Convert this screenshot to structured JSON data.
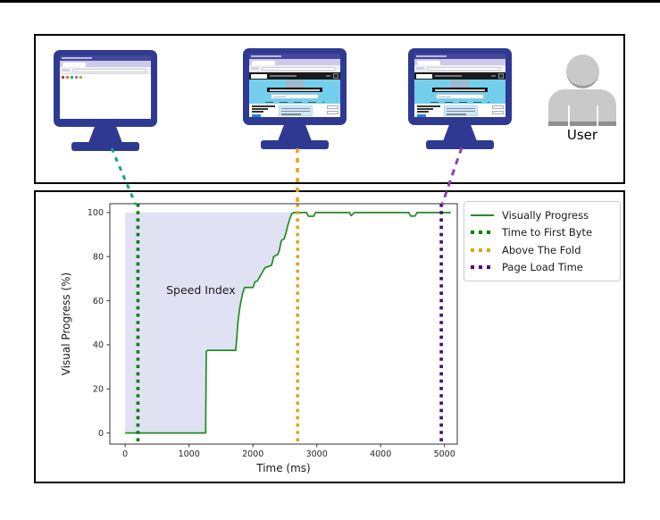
{
  "top_panel": {
    "monitors": [
      {
        "id": "monitor-1",
        "state": "blank"
      },
      {
        "id": "monitor-2",
        "state": "loaded"
      },
      {
        "id": "monitor-3",
        "state": "loaded"
      }
    ],
    "user_label": "User"
  },
  "connectors": [
    {
      "from": "monitor-1",
      "color": "#18A189"
    },
    {
      "from": "monitor-2",
      "color": "#F39C12"
    },
    {
      "from": "monitor-3",
      "color": "#8E44AD"
    }
  ],
  "chart_data": {
    "type": "line",
    "title": "",
    "xlabel": "Time (ms)",
    "ylabel": "Visual Progress (%)",
    "xlim": [
      -240,
      5200
    ],
    "ylim": [
      -5,
      104
    ],
    "xticks": [
      0,
      1000,
      2000,
      3000,
      4000,
      5000
    ],
    "yticks": [
      0,
      20,
      40,
      60,
      80,
      100
    ],
    "grid": false,
    "legend_position": "outside-top-right",
    "spine_color": "#333333",
    "tick_label_color": "#262626",
    "series": [
      {
        "name": "Visually Progress",
        "type": "line",
        "style": "solid",
        "color": "#228B22",
        "points": [
          [
            0,
            0
          ],
          [
            1260,
            0
          ],
          [
            1270,
            37
          ],
          [
            1290,
            37.5
          ],
          [
            1730,
            37.5
          ],
          [
            1745,
            42
          ],
          [
            1765,
            50
          ],
          [
            1790,
            56
          ],
          [
            1815,
            60
          ],
          [
            1845,
            64
          ],
          [
            1870,
            66
          ],
          [
            2000,
            66
          ],
          [
            2015,
            67
          ],
          [
            2030,
            68.5
          ],
          [
            2070,
            69
          ],
          [
            2110,
            71
          ],
          [
            2150,
            73
          ],
          [
            2190,
            75
          ],
          [
            2290,
            76
          ],
          [
            2310,
            78
          ],
          [
            2325,
            80
          ],
          [
            2390,
            81
          ],
          [
            2415,
            83
          ],
          [
            2435,
            86
          ],
          [
            2450,
            87.5
          ],
          [
            2490,
            88
          ],
          [
            2520,
            91
          ],
          [
            2545,
            94
          ],
          [
            2575,
            97
          ],
          [
            2610,
            99.5
          ],
          [
            2640,
            100
          ],
          [
            2840,
            100
          ],
          [
            2870,
            98.3
          ],
          [
            2950,
            98.3
          ],
          [
            2980,
            100
          ],
          [
            3510,
            100
          ],
          [
            3540,
            98.6
          ],
          [
            3590,
            100
          ],
          [
            4440,
            100
          ],
          [
            4470,
            98.4
          ],
          [
            4540,
            98.4
          ],
          [
            4570,
            100
          ],
          [
            5100,
            100
          ]
        ]
      },
      {
        "name": "Time to First Byte",
        "type": "vline",
        "style": "dotted",
        "color": "#008000",
        "x": 200
      },
      {
        "name": "Above The Fold",
        "type": "vline",
        "style": "dotted",
        "color": "#DAA520",
        "x": 2700
      },
      {
        "name": "Page Load Time",
        "type": "vline",
        "style": "dotted",
        "color": "#4B0082",
        "x": 4950
      }
    ],
    "fill": {
      "label": "speed-index-area",
      "color": "#9C9CD9",
      "opacity": 0.3,
      "upper_bound": 100,
      "x_range": [
        0,
        2640
      ]
    },
    "annotation": {
      "text": "Speed Index",
      "x": 1185,
      "y": 63,
      "fontsize": 12.5,
      "color": "#1a1a1a"
    }
  }
}
